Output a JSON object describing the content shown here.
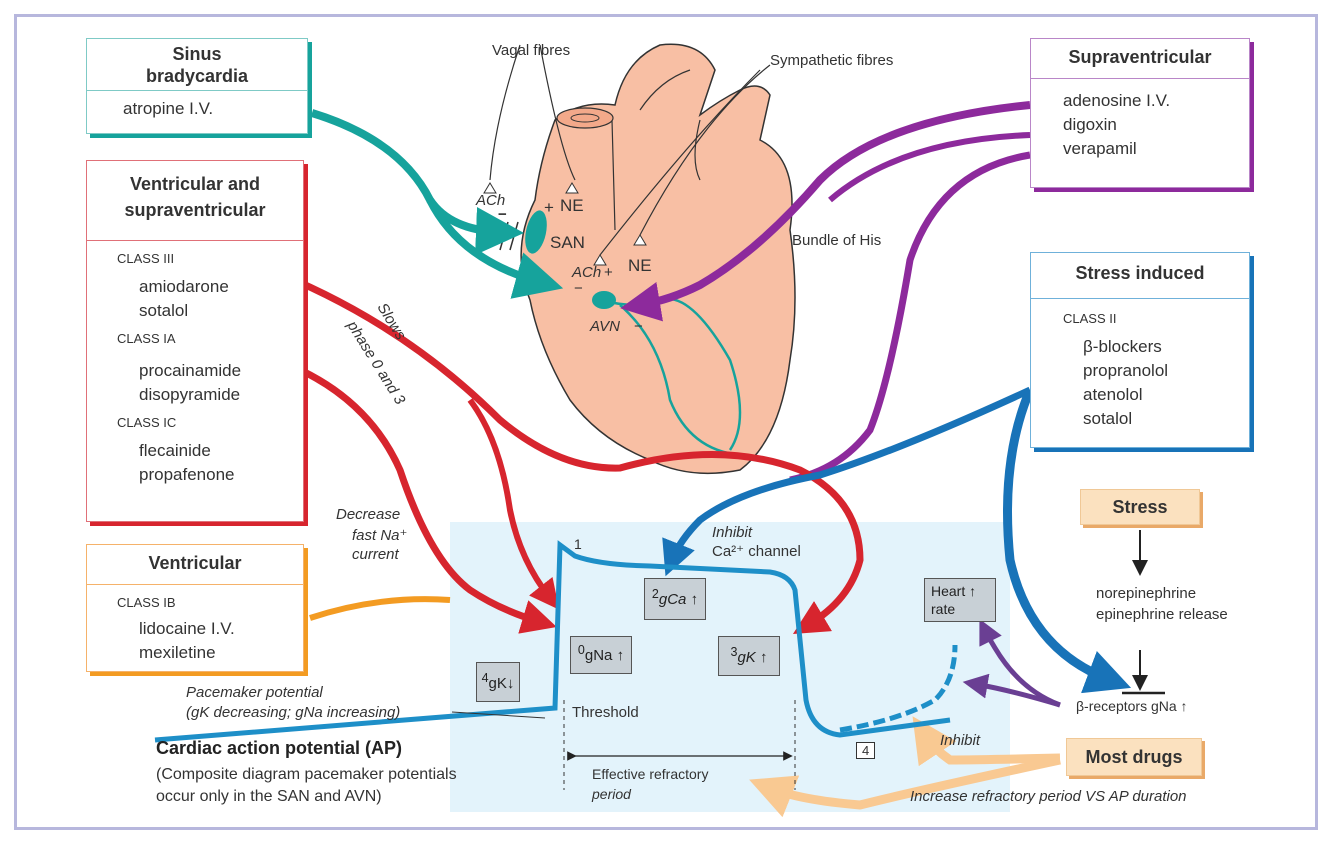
{
  "boxes": {
    "sinus": {
      "title": "Sinus bradycardia",
      "drugs": [
        "atropine I.V."
      ]
    },
    "ventricular_supra": {
      "title": "Ventricular and supraventricular",
      "class3": "CLASS III",
      "class3_drugs": [
        "amiodarone",
        "sotalol"
      ],
      "class1a": "CLASS IA",
      "class1a_drugs": [
        "procainamide",
        "disopyramide"
      ],
      "class1c": "CLASS IC",
      "class1c_drugs": [
        "flecainide",
        "propafenone"
      ]
    },
    "ventricular": {
      "title": "Ventricular",
      "class": "CLASS IB",
      "drugs": [
        "lidocaine I.V.",
        "mexiletine"
      ]
    },
    "supraventricular": {
      "title": "Supraventricular",
      "drugs": [
        "adenosine I.V.",
        "digoxin",
        "verapamil"
      ]
    },
    "stress_induced": {
      "title": "Stress induced",
      "class": "CLASS II",
      "drugs": [
        "β-blockers",
        "propranolol",
        "atenolol",
        "sotalol"
      ]
    }
  },
  "heart": {
    "vagal": "Vagal fibres",
    "sympathetic": "Sympathetic fibres",
    "bundle": "Bundle of His",
    "ach1": "ACh",
    "ach2": "ACh",
    "ne1": "NE",
    "ne2": "NE",
    "san": "SAN",
    "avn": "AVN",
    "plus1": "+",
    "plus2": "+",
    "minus1": "−",
    "minus2": "−",
    "minus3": "−"
  },
  "annotations": {
    "slows": "Slows",
    "phase": "phase 0 and 3",
    "decrease1": "Decrease",
    "decrease2": "fast Na⁺",
    "decrease3": "current",
    "inhibit_ca1": "Inhibit",
    "inhibit_ca2": "Ca²⁺ channel",
    "pacemaker1": "Pacemaker potential",
    "pacemaker2": "(gK decreasing; gNa increasing)",
    "threshold": "Threshold",
    "erp1": "Effective refractory",
    "erp2": "period",
    "inhibit": "Inhibit",
    "increase": "Increase refractory period VS AP duration",
    "phase1": "1",
    "phase4": "4"
  },
  "ions": {
    "gca_n": "2",
    "gca": "gCa",
    "gna_n": "0",
    "gna": "gNa",
    "gk_n": "3",
    "gk": "gK",
    "gk4_n": "4",
    "gk4": "gK",
    "hr1": "Heart",
    "hr2": "rate"
  },
  "stress": {
    "stress": "Stress",
    "ne1": "norepinephrine",
    "ne2": "epinephrine release",
    "beta": "β-receptors gNa",
    "most": "Most drugs"
  },
  "caption": {
    "title": "Cardiac action potential (AP)",
    "line1": "(Composite diagram pacemaker potentials",
    "line2": "occur only in the SAN and AVN)"
  },
  "colors": {
    "teal": "#16a39c",
    "red": "#d7252e",
    "orange": "#f39b22",
    "purple": "#8d2a9c",
    "blue": "#1873b8",
    "heart": "#f8bfa4",
    "ap_bg": "#e3f3fb",
    "peach": "#f9c992"
  }
}
